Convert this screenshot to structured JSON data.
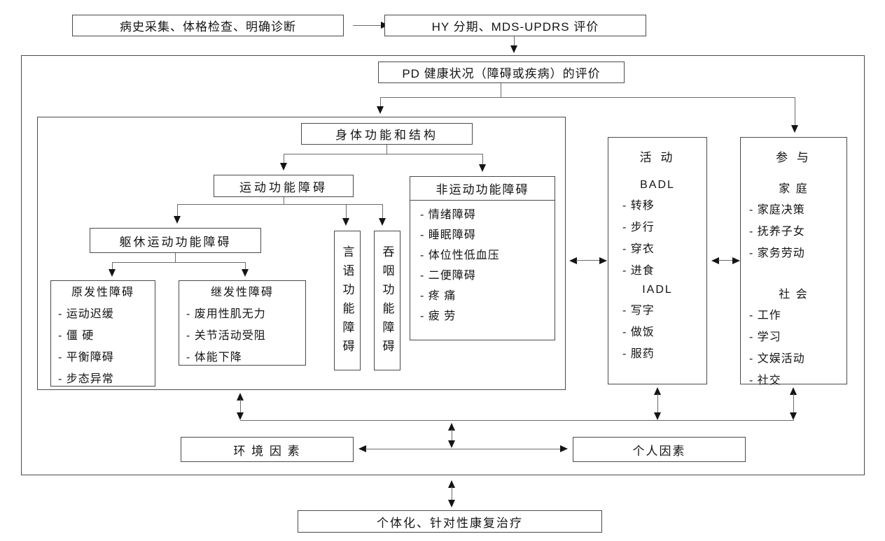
{
  "colors": {
    "border": "#4a4a4a",
    "line": "#6b6b6b",
    "arrow": "#141414",
    "text": "#141414",
    "background": "#ffffff"
  },
  "boxes": {
    "intake": "病史采集、体格检查、明确诊断",
    "staging": "HY 分期、MDS-UPDRS 评价",
    "pd_health": "PD 健康状况（障碍或疾病）的评价",
    "body_function": "身体功能和结构",
    "motor": "运动功能障碍",
    "trunk_motor": "躯休运动功能障碍",
    "speech": "言语功能障碍",
    "swallow": "吞咽功能障碍",
    "environment": "环 境 因 素",
    "personal": "个人因素",
    "treatment": "个体化、针对性康复治疗"
  },
  "primary_disorder": {
    "title": "原发性障碍",
    "items": [
      "- 运动迟缓",
      "- 僵 硬",
      "- 平衡障碍",
      "- 步态异常"
    ]
  },
  "secondary_disorder": {
    "title": "继发性障碍",
    "items": [
      "- 废用性肌无力",
      "- 关节活动受阻",
      "- 体能下降"
    ]
  },
  "non_motor": {
    "title": "非运动功能障碍",
    "items": [
      "- 情绪障碍",
      "- 睡眠障碍",
      "- 体位性低血压",
      "- 二便障碍",
      "- 疼 痛",
      "- 疲 劳"
    ]
  },
  "activity": {
    "title": "活 动",
    "sections": [
      {
        "label": "BADL",
        "items": [
          "- 转移",
          "- 步行",
          "- 穿衣",
          "- 进食"
        ]
      },
      {
        "label": "IADL",
        "items": [
          "- 写字",
          "- 做饭",
          "- 服药"
        ]
      }
    ]
  },
  "participation": {
    "title": "参 与",
    "sections": [
      {
        "label": "家 庭",
        "items": [
          "- 家庭决策",
          "- 抚养子女",
          "- 家务劳动"
        ]
      },
      {
        "label": "社 会",
        "items": [
          "- 工作",
          "- 学习",
          "- 文娱活动",
          "- 社交"
        ]
      }
    ]
  }
}
